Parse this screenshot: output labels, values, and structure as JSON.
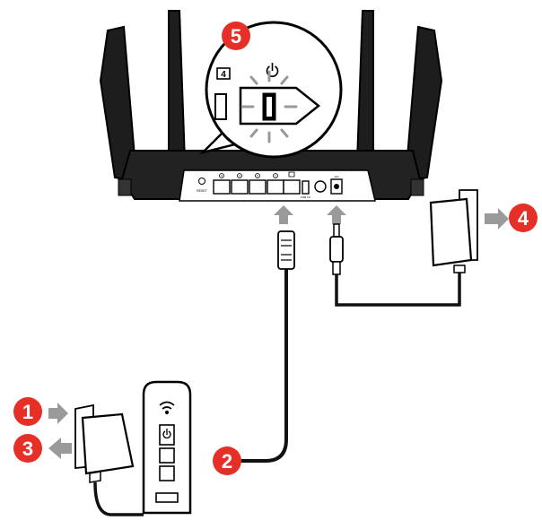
{
  "steps": {
    "step1": "1",
    "step2": "2",
    "step3": "3",
    "step4": "4",
    "step5": "5"
  },
  "zoom_callout": {
    "port_icon_label": "4"
  },
  "router_back_panel": {
    "reset_label": "RESET",
    "lan_port_labels": [
      "4",
      "3",
      "2",
      "1"
    ],
    "wan_port_label": "",
    "usb_label": "USB 3.0",
    "power_label": "12V"
  },
  "colors": {
    "step_badge": "#e63027",
    "arrow": "#9a9a9a",
    "device": "#1a1a1a",
    "cable": "#111111"
  },
  "icons": {
    "power": "power-icon",
    "wifi": "wifi-icon",
    "lan": "ethernet-port-icon"
  }
}
